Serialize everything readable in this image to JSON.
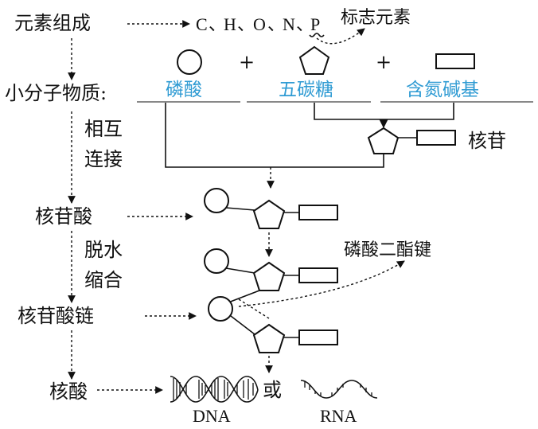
{
  "rows": {
    "elements": "元素组成",
    "small_molecules": "小分子物质:",
    "nucleotide": "核苷酸",
    "nucleotide_chain": "核苷酸链",
    "nucleic_acid": "核酸"
  },
  "elements_formula": {
    "c": "C",
    "sep1": "、",
    "h": "H",
    "sep2": "、",
    "o": "O",
    "sep3": "、",
    "n": "N",
    "sep4": "、",
    "p": "P"
  },
  "marker_element": "标志元素",
  "components": {
    "phosphate": "磷酸",
    "pentose": "五碳糖",
    "base": "含氮碱基",
    "plus": "+"
  },
  "process": {
    "connect_1": "相互",
    "connect_2": "连接",
    "dehydrate_1": "脱水",
    "dehydrate_2": "缩合"
  },
  "nucleoside": "核苷",
  "phosphodiester_bond": "磷酸二酯键",
  "products": {
    "dna": "DNA",
    "or": "或",
    "rna": "RNA"
  },
  "colors": {
    "component_labels": "#2f9bd3",
    "lines": "#111111"
  }
}
